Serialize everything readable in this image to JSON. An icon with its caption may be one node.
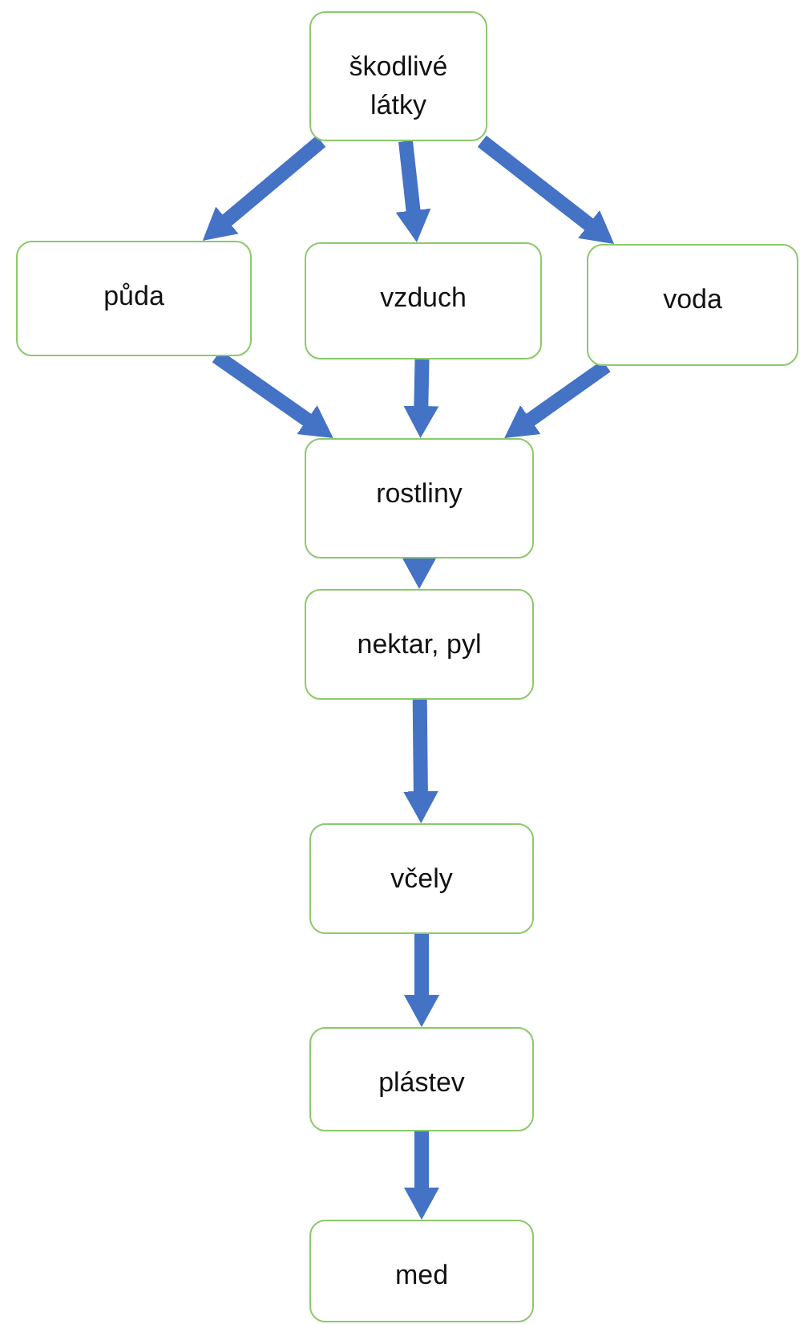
{
  "diagram": {
    "nodes": [
      {
        "text": [
          "škodlivé látky"
        ]
      },
      {
        "text": [
          "půda"
        ]
      },
      {
        "text": [
          "vzduch"
        ]
      },
      {
        "text": [
          "voda"
        ]
      },
      {
        "text": [
          "rostliny"
        ]
      },
      {
        "text": [
          "nektar, pyl"
        ]
      },
      {
        "text": [
          "včely"
        ]
      },
      {
        "text": [
          "plástev"
        ]
      },
      {
        "text": [
          "med"
        ]
      }
    ],
    "edges": [
      {
        "from": 0,
        "to": 1,
        "arrow": "to"
      },
      {
        "from": 0,
        "to": 2,
        "arrow": "to"
      },
      {
        "from": 0,
        "to": 3,
        "arrow": "to"
      },
      {
        "from": 1,
        "to": 4,
        "arrow": "to"
      },
      {
        "from": 2,
        "to": 4,
        "arrow": "to"
      },
      {
        "from": 3,
        "to": 4,
        "arrow": "to"
      },
      {
        "from": 4,
        "to": 5,
        "arrow": "to"
      },
      {
        "from": 5,
        "to": 6,
        "arrow": "to"
      },
      {
        "from": 6,
        "to": 7,
        "arrow": "to"
      },
      {
        "from": 7,
        "to": 8,
        "arrow": "to"
      }
    ]
  }
}
